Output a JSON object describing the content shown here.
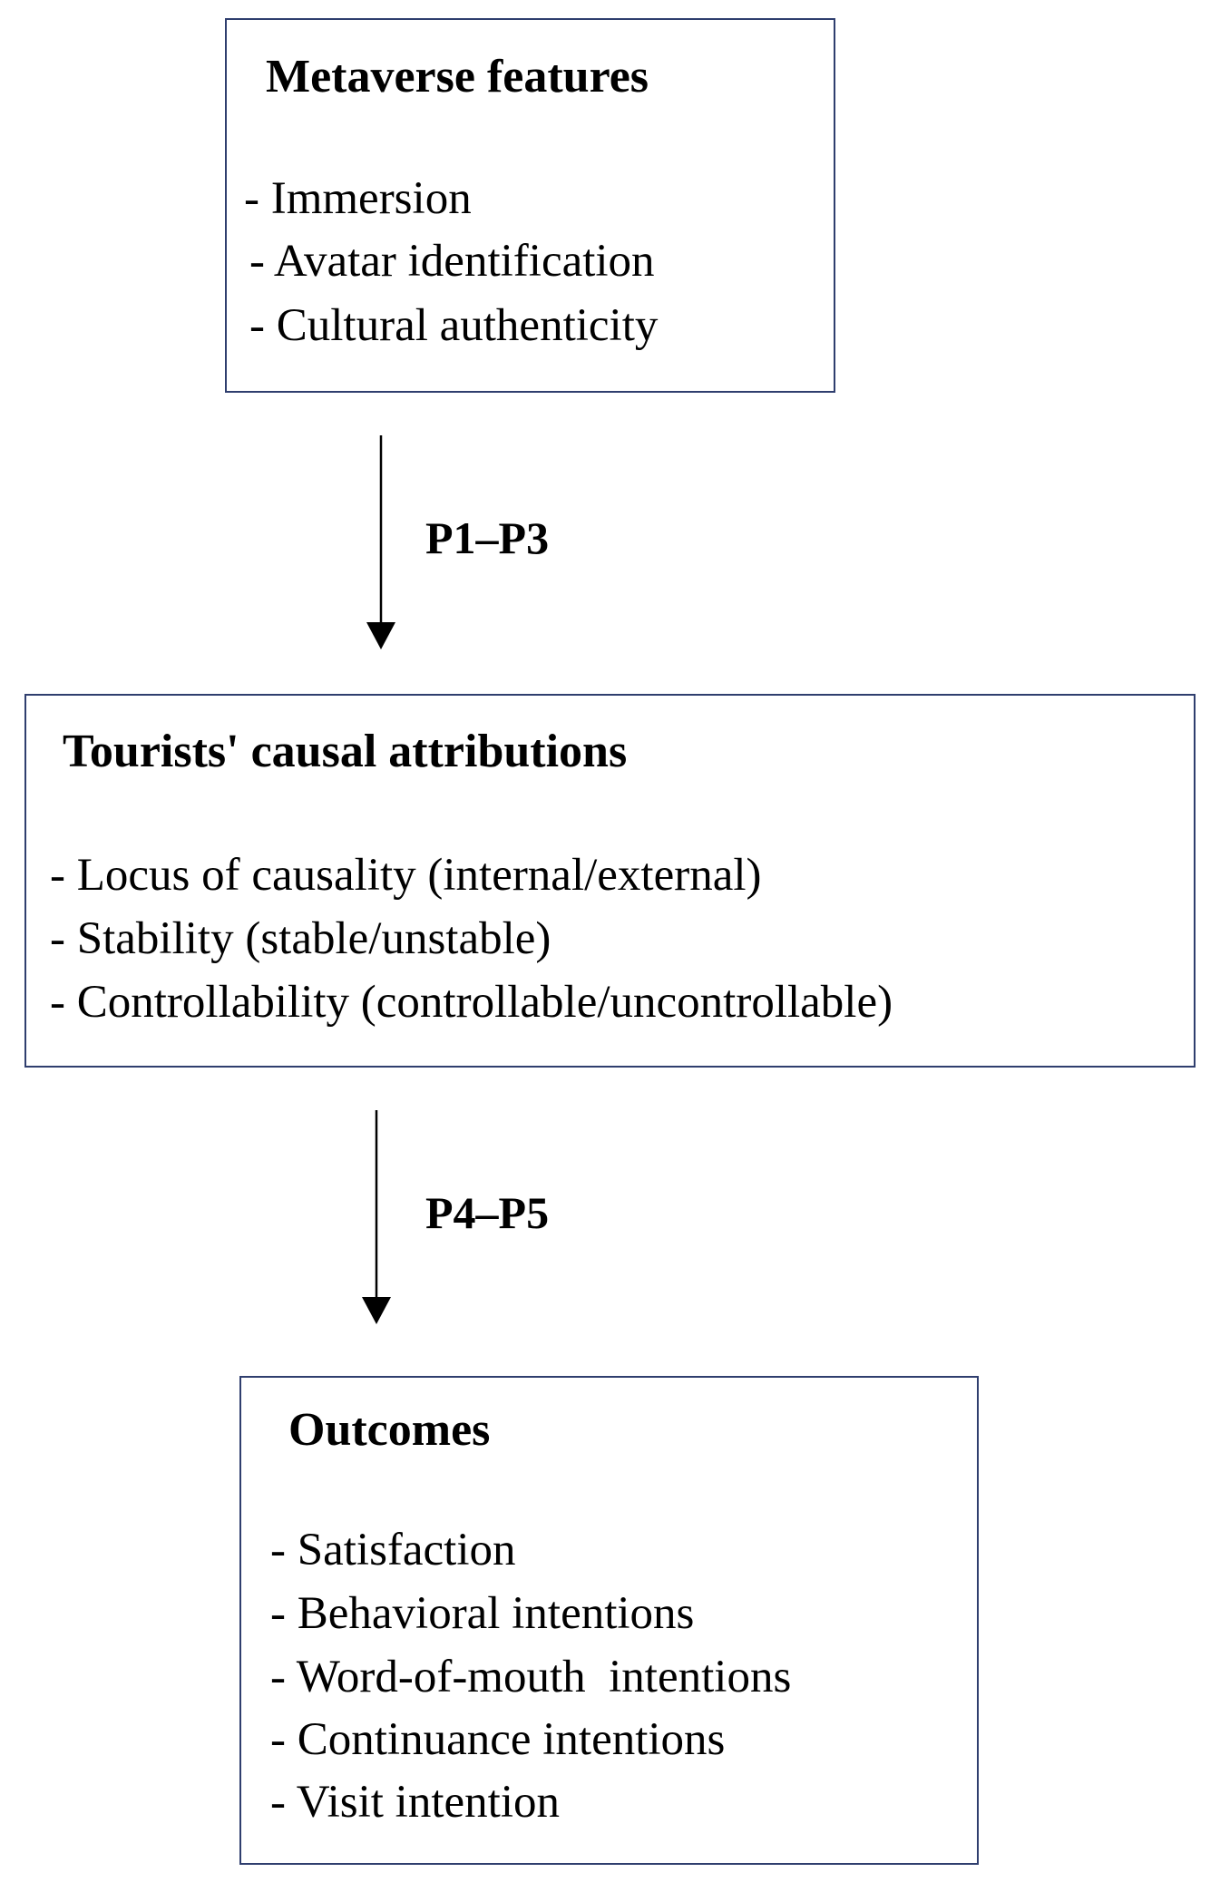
{
  "diagram": {
    "nodes": [
      {
        "id": "metaverse_features",
        "title": "Metaverse features",
        "items": [
          "- Immersion",
          "- Avatar identification",
          "- Cultural authenticity"
        ]
      },
      {
        "id": "causal_attributions",
        "title": "Tourists' causal attributions",
        "items": [
          "- Locus of causality (internal/external)",
          "- Stability (stable/unstable)",
          "- Controllability (controllable/uncontrollable)"
        ]
      },
      {
        "id": "outcomes",
        "title": "Outcomes",
        "items": [
          "- Satisfaction",
          "- Behavioral intentions",
          "- Word-of-mouth  intentions",
          "- Continuance intentions",
          "- Visit intention"
        ]
      }
    ],
    "edges": [
      {
        "from": "metaverse_features",
        "to": "causal_attributions",
        "label": "P1–P3"
      },
      {
        "from": "causal_attributions",
        "to": "outcomes",
        "label": "P4–P5"
      }
    ],
    "colors": {
      "box_border": "#2f3e6e",
      "arrow": "#000000",
      "text": "#000000"
    }
  }
}
